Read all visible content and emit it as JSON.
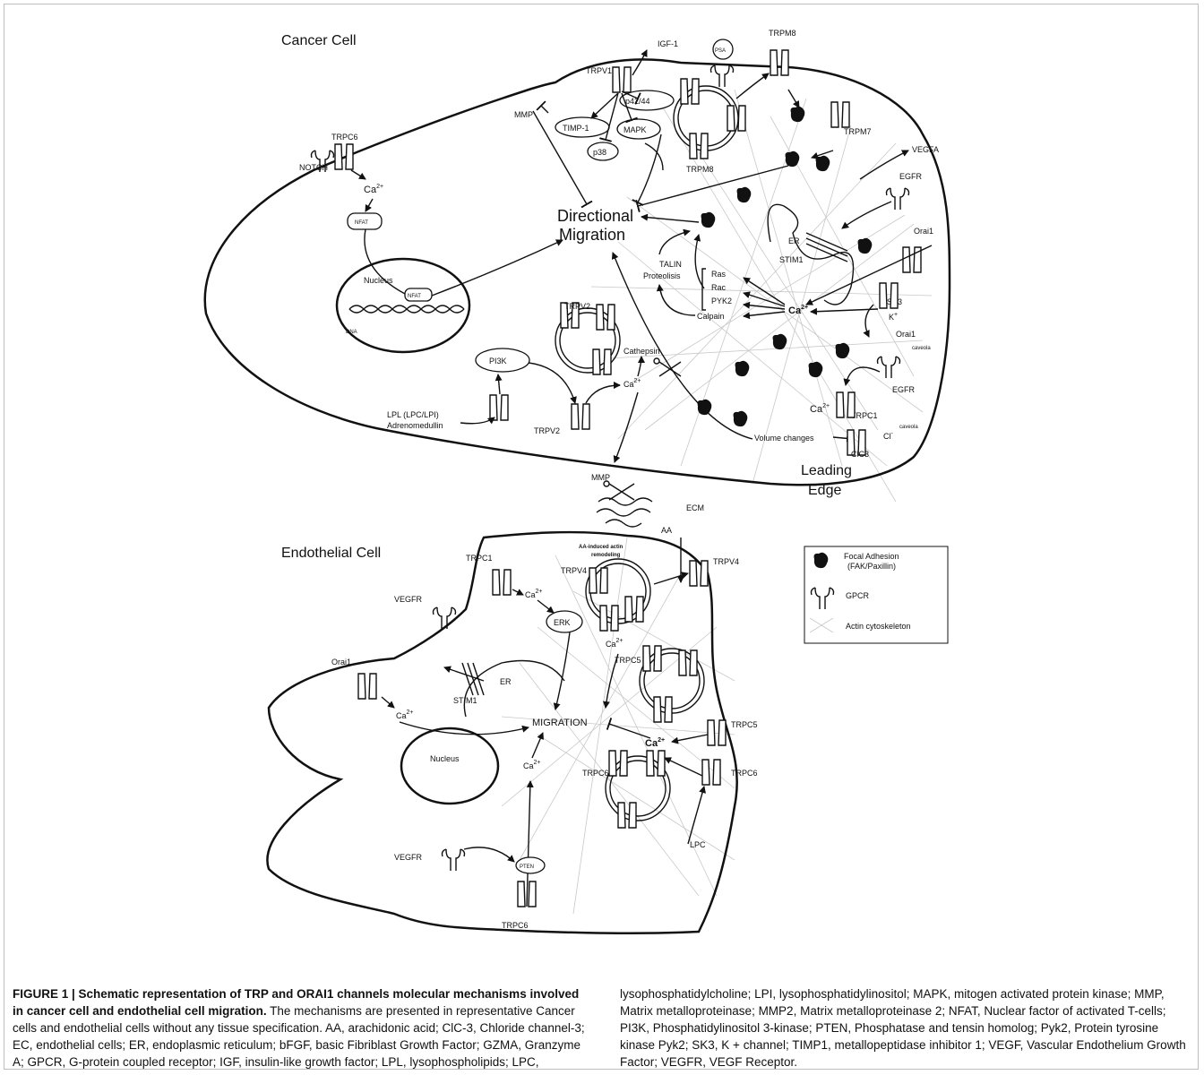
{
  "cancer_cell": {
    "title": "Cancer Cell",
    "trpv1": "TRPV1",
    "igf1": "IGF-1",
    "psa": "PSA",
    "trpm8_top": "TRPM8",
    "trpm8_vesicle": "TRPM8",
    "trpm7": "TRPM7",
    "mmp_top": "MMP",
    "p4244": "p42/44",
    "timp1": "TIMP-1",
    "mapk": "MAPK",
    "p38": "p38",
    "trpc6": "TRPC6",
    "notch": "NOTCH",
    "ca_nfat": "Ca",
    "nfat": "NFAT",
    "nfat_nucleus": "NFAT",
    "directional_1": "Directional",
    "directional_2": "Migration",
    "nucleus": "Nucleus",
    "dna": "DNA",
    "vegfa": "VEGFA",
    "egfr_top": "EGFR",
    "orai1_top": "Orai1",
    "er": "ER",
    "stim1": "STIM1",
    "talin_1": "TALIN",
    "talin_2": "Proteolisis",
    "ras": "Ras",
    "rac": "Rac",
    "pyk2": "PYK2",
    "calpain": "Calpain",
    "ca_center": "Ca",
    "sk3": "SK3",
    "k_plus": "K",
    "orai1_mid": "Orai1",
    "caveola_1": "caveola",
    "trpv2_vesicle": "TRPV2",
    "pi3k": "PI3K",
    "cathepsin": "Cathepsin",
    "ca_trpv2": "Ca",
    "lpl": "LPL (LPC/LPI)",
    "adrenomedullin": "Adrenomedullin",
    "trpv2": "TRPV2",
    "mmp_bottom": "MMP",
    "ecm": "ECM",
    "egfr_bottom": "EGFR",
    "ca_trpc1": "Ca",
    "trpc1": "TRPC1",
    "caveola_2": "caveola",
    "volume_changes": "Volume changes",
    "cl_minus": "Cl",
    "clc3": "ClC3",
    "leading_1": "Leading",
    "leading_2": "Edge"
  },
  "endothelial_cell": {
    "title": "Endothelial Cell",
    "aa": "AA",
    "aa_remodel_1": "AA-induced actin",
    "aa_remodel_2": "remodeling",
    "trpv4_vesicle": "TRPV4",
    "trpv4": "TRPV4",
    "trpc1": "TRPC1",
    "vegfr_top": "VEGFR",
    "ca_trpc1": "Ca",
    "erk": "ERK",
    "ca_erk": "Ca",
    "orai1": "Orai1",
    "er": "ER",
    "stim1": "STIM1",
    "ca_orai1": "Ca",
    "trpc5_vesicle": "TRPC5",
    "migration": "MIGRATION",
    "ca_center": "Ca",
    "trpc5": "TRPC5",
    "nucleus": "Nucleus",
    "ca_trpc6": "Ca",
    "trpc6_vesicle": "TRPC6",
    "trpc6_right": "TRPC6",
    "lpc": "LPC",
    "vegfr_bottom": "VEGFR",
    "pten": "PTEN",
    "trpc6_bottom": "TRPC6",
    "superscript": "2+",
    "plus": "+",
    "minus": "-"
  },
  "legend": {
    "focal_adhesion_1": "Focal Adhesion",
    "focal_adhesion_2": "(FAK/Paxillin)",
    "gpcr": "GPCR",
    "actin": "Actin cytoskeleton"
  },
  "caption": {
    "head": "FIGURE 1 | Schematic representation of TRP and ORAI1 channels molecular mechanisms involved in cancer cell and endothelial cell migration.",
    "body_left": " The mechanisms are presented in representative Cancer cells and endothelial cells without any tissue specification. AA, arachidonic acid; ClC-3, Chloride channel-3; EC, endothelial cells; ER, endoplasmic reticulum; bFGF, basic Fibriblast Growth Factor; GZMA, Granzyme A; GPCR, G-protein coupled receptor; IGF, insulin-like growth factor; LPL, lysophospholipids; LPC,",
    "body_right": "lysophosphatidylcholine; LPI, lysophosphatidylinositol; MAPK, mitogen activated protein kinase; MMP, Matrix metalloproteinase; MMP2, Matrix metalloproteinase 2; NFAT, Nuclear factor of activated T-cells; PI3K, Phosphatidylinositol 3-kinase; PTEN, Phosphatase and tensin homolog; Pyk2, Protein tyrosine kinase Pyk2; SK3, K + channel; TIMP1, metallopeptidase inhibitor 1; VEGF, Vascular Endothelium Growth Factor; VEGFR, VEGF Receptor."
  }
}
